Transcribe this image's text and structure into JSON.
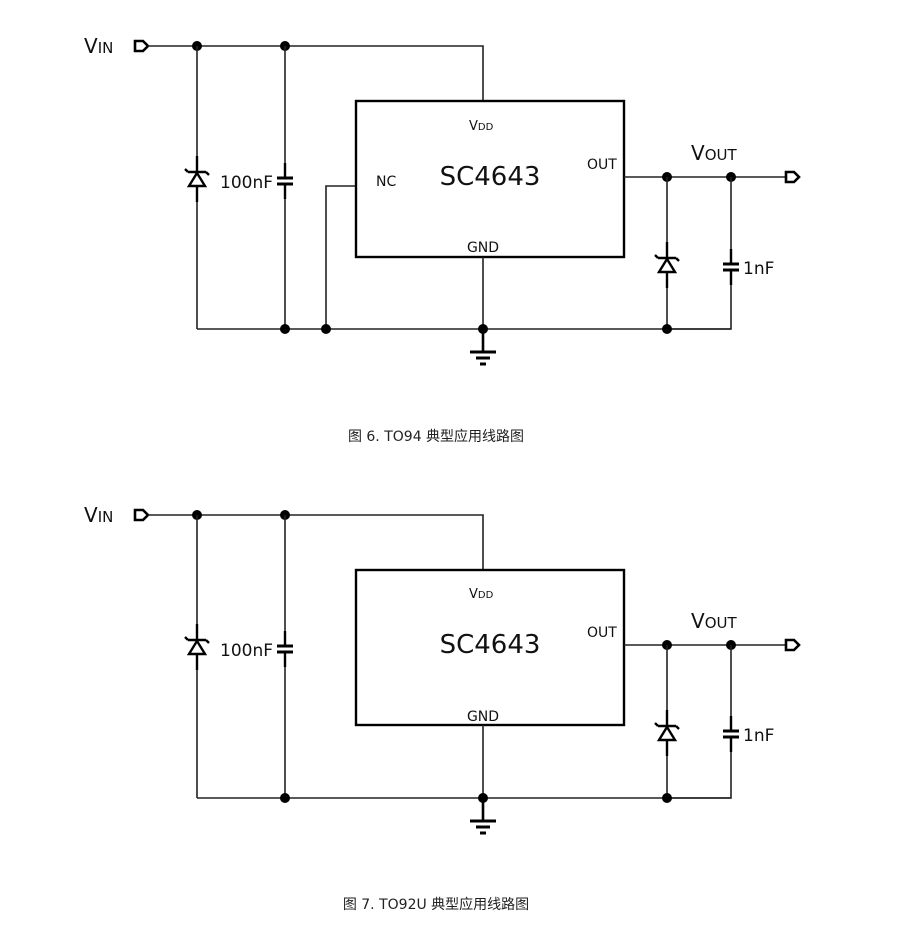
{
  "figures": [
    {
      "id": "fig6",
      "vin_label": {
        "main": "V",
        "sub": "IN"
      },
      "vout_label": {
        "main": "V",
        "sub": "OUT"
      },
      "chip": {
        "name": "SC4643",
        "pins": {
          "vdd": {
            "main": "V",
            "sub": "DD"
          },
          "gnd": "GND",
          "out": "OUT",
          "nc": "NC"
        }
      },
      "input_capacitor": "100nF",
      "output_capacitor": "1nF",
      "caption": "图 6. TO94 典型应用线路图"
    },
    {
      "id": "fig7",
      "vin_label": {
        "main": "V",
        "sub": "IN"
      },
      "vout_label": {
        "main": "V",
        "sub": "OUT"
      },
      "chip": {
        "name": "SC4643",
        "pins": {
          "vdd": {
            "main": "V",
            "sub": "DD"
          },
          "gnd": "GND",
          "out": "OUT"
        }
      },
      "input_capacitor": "100nF",
      "output_capacitor": "1nF",
      "caption": "图 7. TO92U 典型应用线路图"
    }
  ]
}
